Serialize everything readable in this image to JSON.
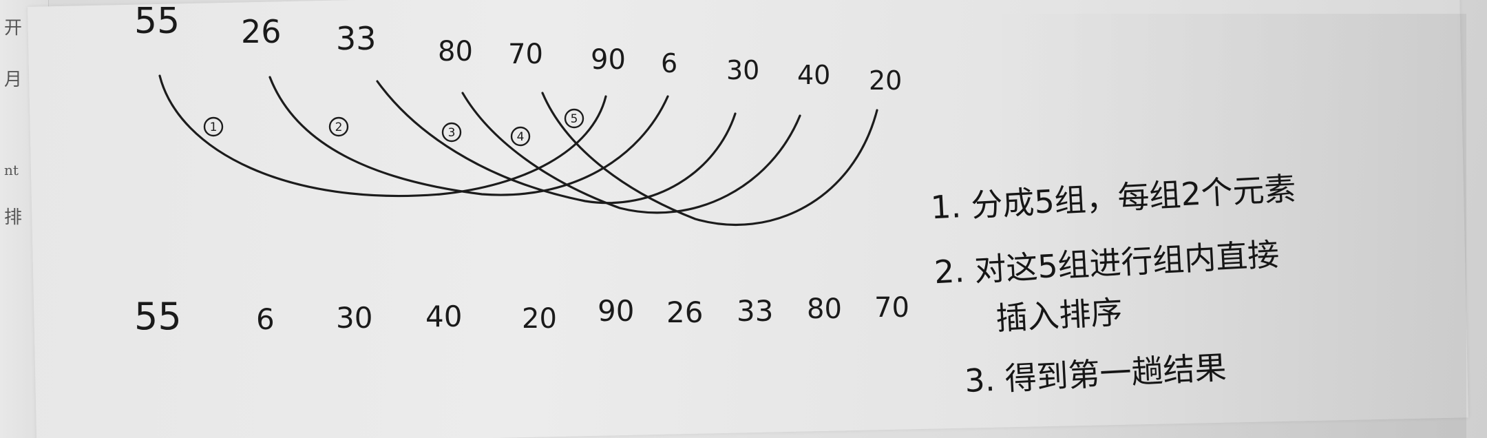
{
  "top_row": [
    "55",
    "26",
    "33",
    "80",
    "70",
    "90",
    "6",
    "30",
    "40",
    "20"
  ],
  "group_marks": [
    "1",
    "2",
    "3",
    "4",
    "5"
  ],
  "bottom_row": [
    "55",
    "6",
    "30",
    "40",
    "20",
    "90",
    "26",
    "33",
    "80",
    "70"
  ],
  "notes": [
    "1. 分成5组，每组2个元素",
    "2. 对这5组进行组内直接",
    "插入排序",
    "3. 得到第一趟结果"
  ],
  "ink_color": "#1c1c1c",
  "paper_color": "#e7e7e7"
}
